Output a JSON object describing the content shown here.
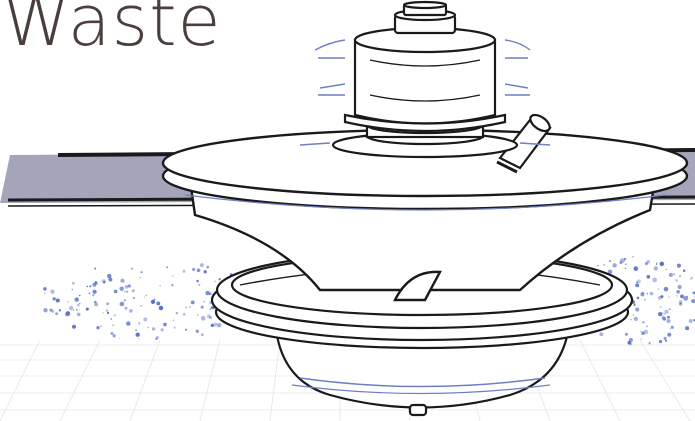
{
  "title": "Waste",
  "colors": {
    "ink": "#1a1a1a",
    "title": "#4a3f3c",
    "belt": "#9d9db4",
    "belt_dark": "#7a7a93",
    "motion_lines": "#6f7fc4",
    "spray": "#4a62c0",
    "floor_grid": "#d9d9d9"
  },
  "icons": [
    "centrifuge-separator-illustration",
    "motor-housing",
    "discharge-pipe",
    "water-spray"
  ]
}
